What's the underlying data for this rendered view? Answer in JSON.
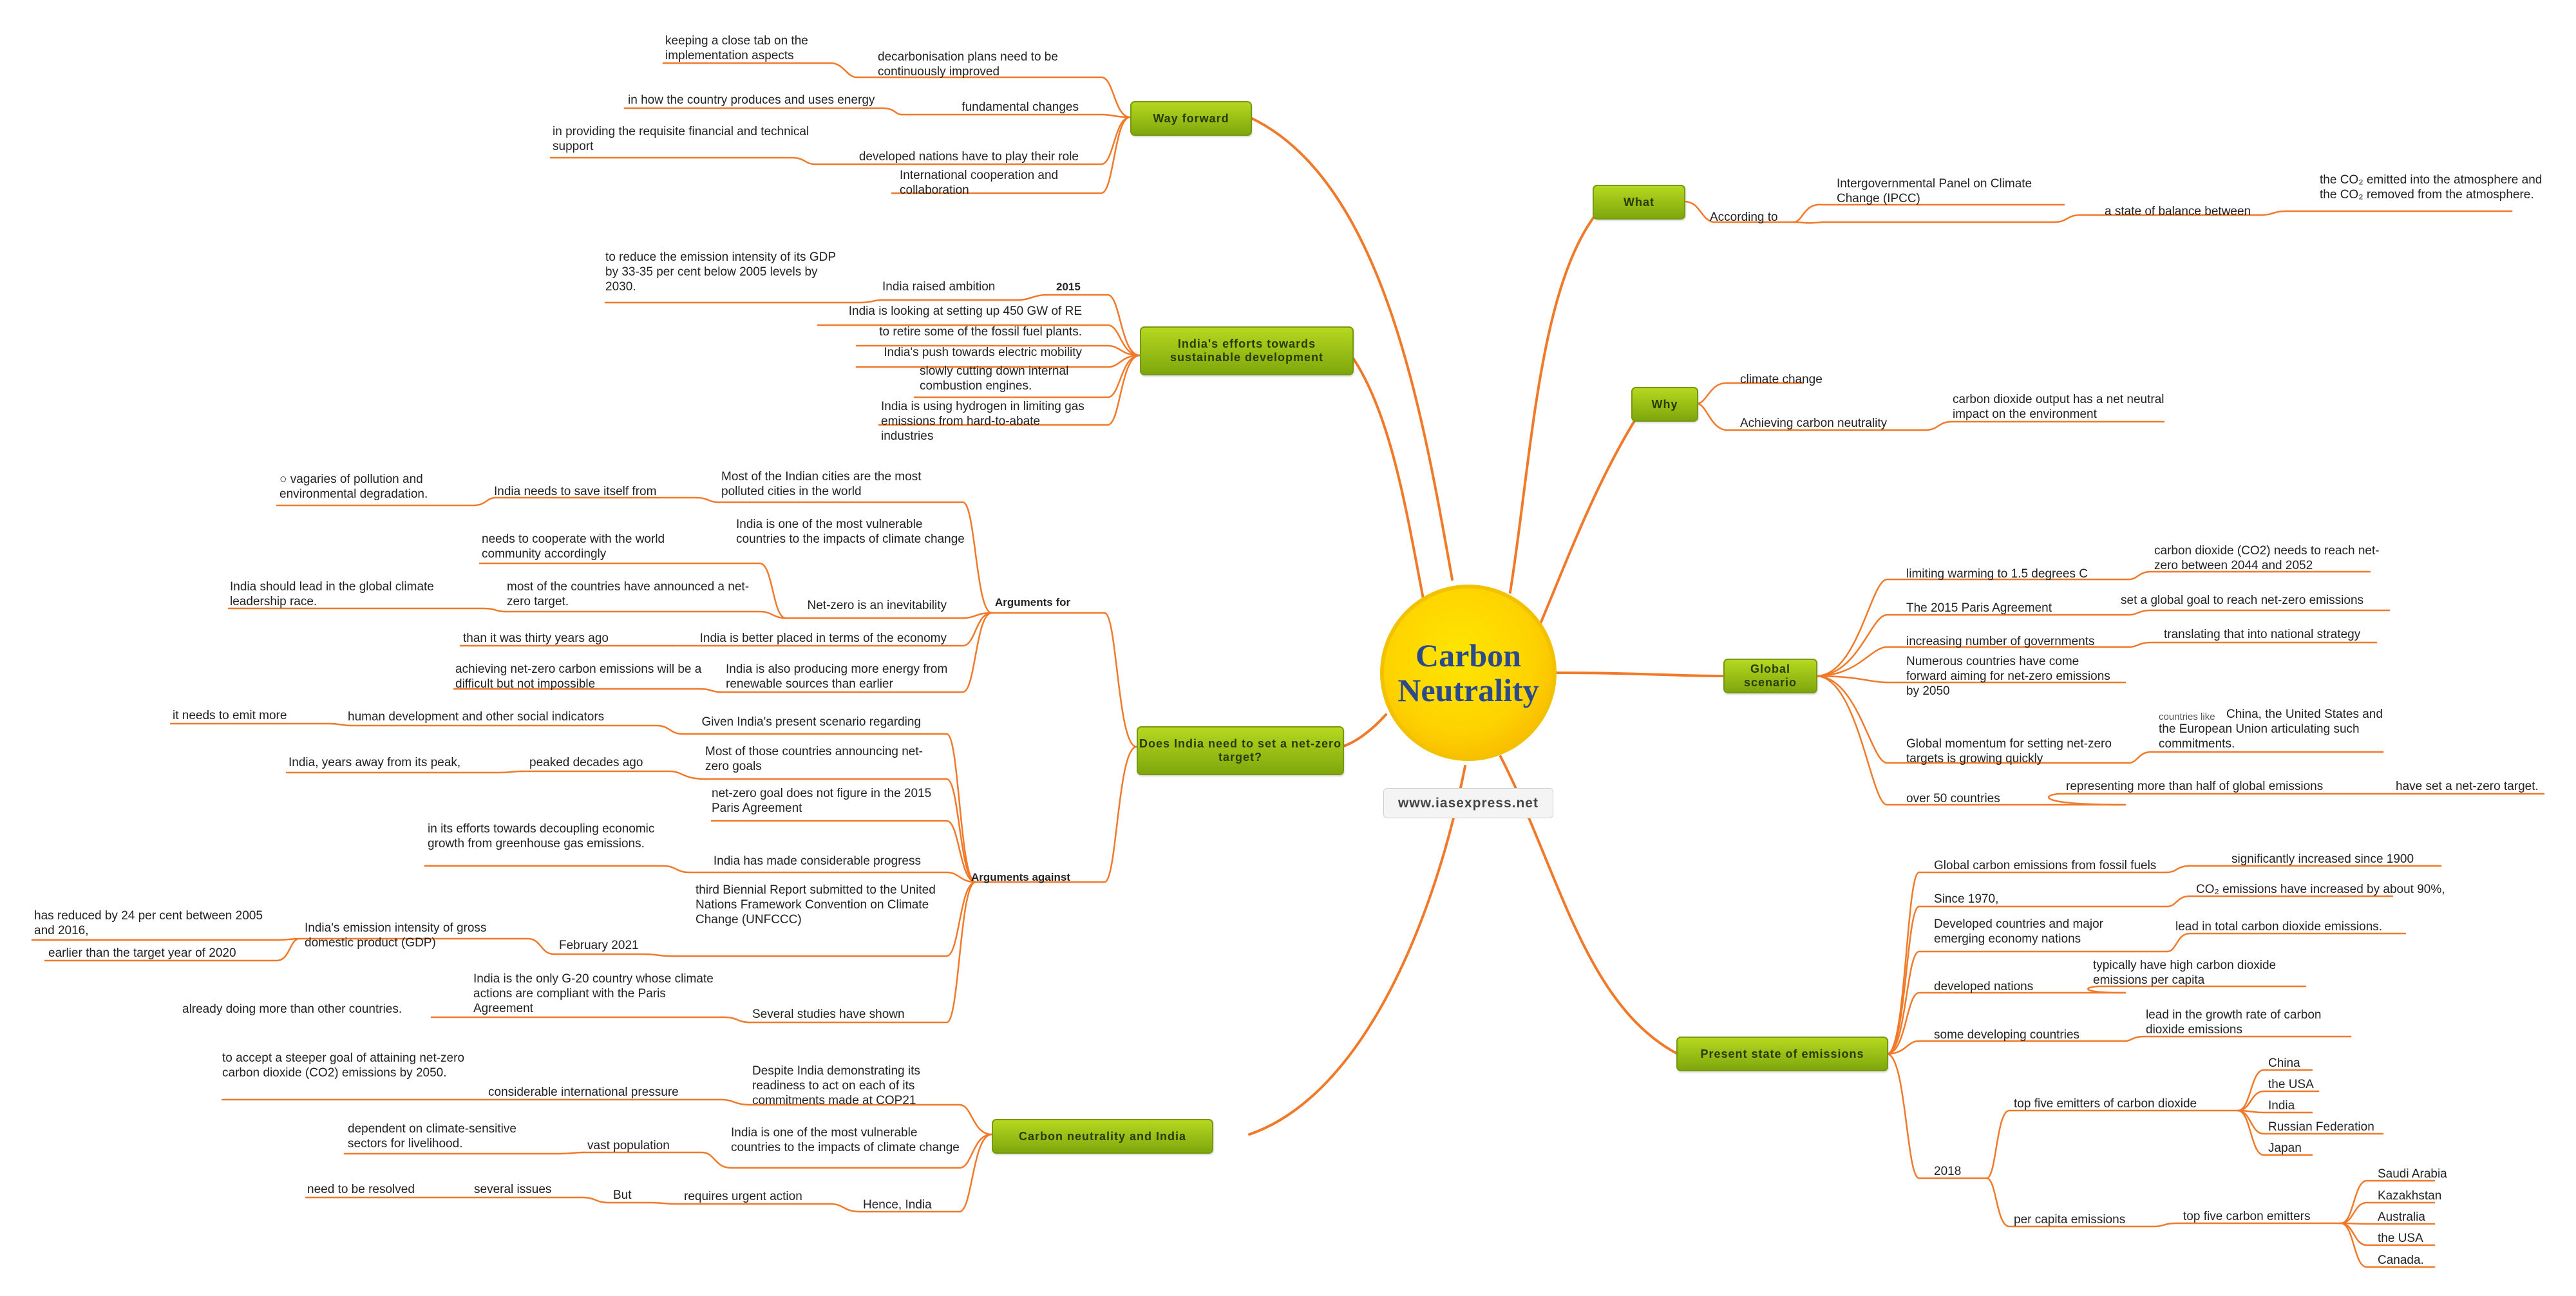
{
  "center": {
    "title": "Carbon Neutrality",
    "url": "www.iasexpress.net"
  },
  "branches": {
    "what": {
      "label": "What",
      "according_to": "According to",
      "ipcc": "Intergovernmental Panel on Climate Change (IPCC)",
      "balance": "a state of balance between",
      "balance_detail": "the CO₂ emitted into the atmosphere and the CO₂ removed from the atmosphere."
    },
    "why": {
      "label": "Why",
      "items": [
        "climate change",
        "Achieving carbon neutrality"
      ],
      "detail": "carbon dioxide output has a net neutral impact on the environment"
    },
    "global": {
      "label": "Global scenario",
      "items": [
        "limiting warming to 1.5 degrees C",
        "The 2015 Paris Agreement",
        "increasing number of governments",
        "Numerous countries have come forward aiming for net-zero emissions by 2050",
        "Global momentum for setting net-zero targets is growing quickly",
        "over 50 countries"
      ],
      "details": [
        "carbon dioxide (CO2) needs to reach net-zero between 2044 and 2052",
        "set a global goal to reach net-zero emissions",
        "translating that into national strategy",
        "countries like",
        "China, the United States and the European Union articulating such commitments.",
        "representing more than half of global emissions",
        "have set a net-zero target."
      ]
    },
    "present": {
      "label": "Present state of emissions",
      "items": [
        "Global carbon emissions from fossil fuels",
        "Since 1970,",
        "Developed countries and major emerging economy nations",
        "developed nations",
        "some developing countries",
        "2018"
      ],
      "details": [
        "significantly increased since 1900",
        "CO₂ emissions have increased by about 90%,",
        "lead in total carbon dioxide emissions.",
        "typically have high carbon dioxide emissions per capita",
        "lead in the growth rate of carbon dioxide emissions"
      ],
      "top_five_label": "top five emitters of carbon dioxide",
      "top_five": [
        "China",
        "the USA",
        "India",
        "Russian Federation",
        "Japan"
      ],
      "per_capita_label": "per capita emissions",
      "per_capita_sub": "top five carbon emitters",
      "per_capita": [
        "Saudi Arabia",
        "Kazakhstan",
        "Australia",
        "the USA",
        "Canada."
      ]
    },
    "way_forward": {
      "label": "Way forward",
      "items": [
        "decarbonisation plans need to be continuously improved",
        "fundamental changes",
        "developed nations have to play their role",
        "International cooperation and collaboration"
      ],
      "details": [
        "keeping a close tab on the implementation aspects",
        "in how the country produces and uses energy",
        "in providing the requisite financial and technical support"
      ]
    },
    "india_efforts": {
      "label": "India's efforts towards sustainable development",
      "year": "2015",
      "raised": "India raised ambition",
      "raised_detail": "to reduce the emission intensity of its GDP by 33-35 per cent below 2005 levels by 2030.",
      "items": [
        "India is looking at setting up 450 GW of RE",
        "to retire some of the fossil fuel plants.",
        "India's push towards electric mobility",
        "slowly cutting down internal combustion engines.",
        "India is using hydrogen in limiting gas emissions from hard-to-abate industries"
      ]
    },
    "net_zero": {
      "label": "Does India need to set a net-zero target?",
      "for_label": "Arguments for",
      "for": {
        "polluted": "Most of the Indian cities are the most polluted cities in the world",
        "save": "India needs to save itself from",
        "save_detail": "○  vagaries of pollution and environmental degradation.",
        "vulnerable": "India is one of the most vulnerable countries to the impacts of climate change",
        "cooperate": "needs to cooperate with the world community accordingly",
        "inevitability": "Net-zero is an inevitability",
        "announced": "most of the countries have announced a net-zero target.",
        "lead": "India should lead in the global climate leadership race.",
        "better_placed": "India is better placed in terms of the economy",
        "thirty_years": "than it was thirty years ago",
        "producing": "India is also producing more energy from renewable sources than earlier",
        "achieving": "achieving net-zero carbon emissions will be a difficult but not impossible"
      },
      "against_label": "Arguments against",
      "against": {
        "scenario": "Given India's present scenario regarding",
        "hdi": "human development and other social indicators",
        "emit": "it needs to emit more",
        "most_those": "Most of those countries announcing net-zero goals",
        "peaked": "peaked decades ago",
        "years_away": "India, years away from its peak,",
        "not_figure": "net-zero goal does not figure in the 2015 Paris Agreement",
        "progress": "India has made considerable progress",
        "decoupling": "in its efforts towards decoupling economic growth from greenhouse gas emissions.",
        "biennial": "third Biennial Report submitted to the United Nations Framework Convention on Climate Change (UNFCCC)",
        "feb": "February 2021",
        "intensity": "India's emission intensity of gross domestic product (GDP)",
        "reduced": "has reduced by 24 per cent between 2005 and 2016,",
        "earlier": "earlier than the target year of 2020",
        "g20": "India is the only G-20 country whose climate actions are compliant with the Paris Agreement",
        "studies": "Several studies have shown",
        "already": "already doing more than other countries."
      }
    },
    "cn_india": {
      "label": "Carbon neutrality and India",
      "despite": "Despite India demonstrating its readiness to act on each of its commitments made at COP21",
      "pressure": "considerable international pressure",
      "steeper": "to accept a steeper goal of attaining net-zero carbon dioxide (CO2) emissions  by 2050.",
      "vulnerable": "India is one of the most vulnerable countries to the impacts of climate change",
      "population": "vast population",
      "dependent": "dependent on climate-sensitive sectors for livelihood.",
      "hence": "Hence, India",
      "urgent": "requires urgent action",
      "but": "But",
      "issues": "several issues",
      "resolved": "need to be resolved"
    }
  }
}
